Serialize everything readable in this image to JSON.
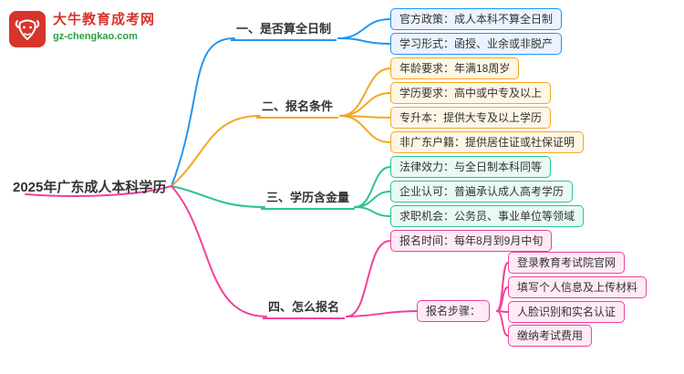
{
  "logo": {
    "name": "大牛教育成考网",
    "domain": "gz-chengkao.com",
    "icon": "bull-icon",
    "brand_red": "#D6352B",
    "brand_green": "#2E9E43"
  },
  "root": {
    "label": "2025年广东成人本科学历"
  },
  "branches": [
    {
      "label": "一、是否算全日制",
      "color": "#2196F3",
      "leaves": [
        "官方政策：成人本科不算全日制",
        "学习形式：函授、业余或非脱产"
      ]
    },
    {
      "label": "二、报名条件",
      "color": "#F5A623",
      "leaves": [
        "年龄要求：年满18周岁",
        "学历要求：高中或中专及以上",
        "专升本：提供大专及以上学历",
        "非广东户籍：提供居住证或社保证明"
      ]
    },
    {
      "label": "三、学历含金量",
      "color": "#2BC490",
      "leaves": [
        "法律效力：与全日制本科同等",
        "企业认可：普遍承认成人高考学历",
        "求职机会：公务员、事业单位等领域"
      ]
    },
    {
      "label": "四、怎么报名",
      "color": "#F0419C",
      "leaves": [
        "报名时间：每年8月到9月中旬"
      ],
      "sub_node": {
        "label": "报名步骤：",
        "steps": [
          "登录教育考试院官网",
          "填写个人信息及上传材料",
          "人脸识别和实名认证",
          "缴纳考试费用"
        ]
      }
    }
  ]
}
